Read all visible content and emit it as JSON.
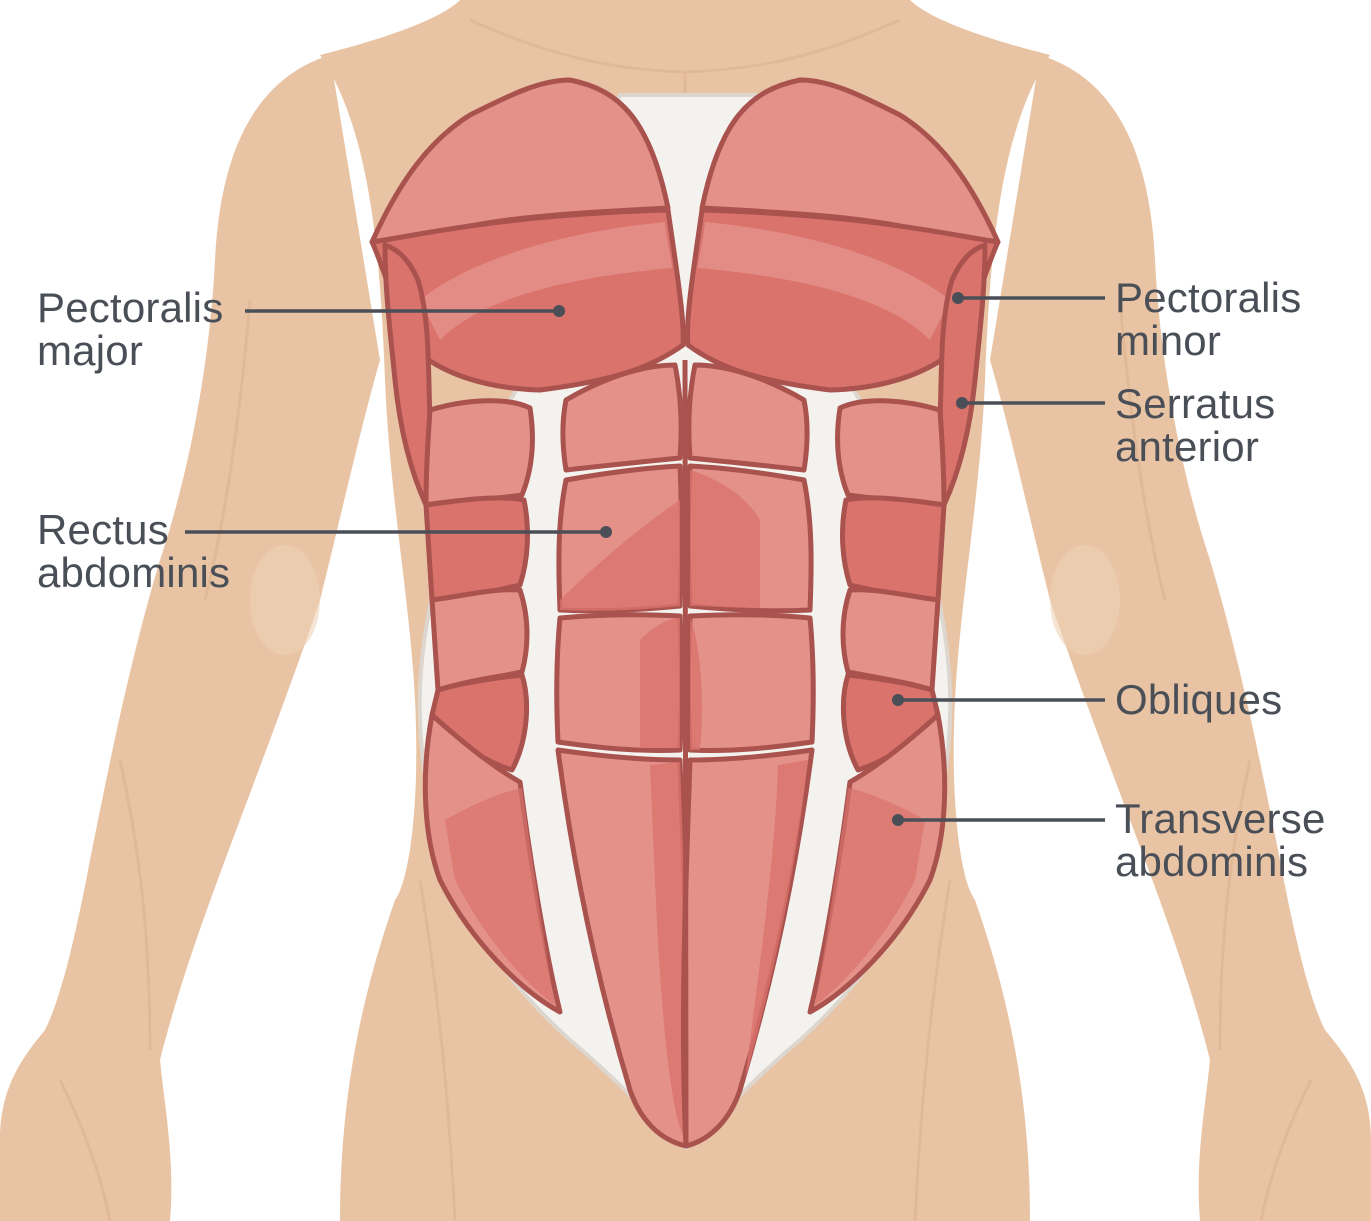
{
  "colors": {
    "skin": "#e9c4a4",
    "skin_shadow": "#dfb390",
    "skin_line": "#e2b996",
    "muscle_dark": "#d9736c",
    "muscle_light": "#e4918a",
    "muscle_outline": "#a9524e",
    "fascia": "#f4f2ee",
    "leader": "#4a4f57"
  },
  "labels": {
    "pectoralis_major": {
      "line1": "Pectoralis",
      "line2": "major"
    },
    "rectus_abdominis": {
      "line1": "Rectus",
      "line2": "abdominis"
    },
    "pectoralis_minor": {
      "line1": "Pectoralis",
      "line2": "minor"
    },
    "serratus_anterior": {
      "line1": "Serratus",
      "line2": "anterior"
    },
    "obliques": {
      "line1": "Obliques"
    },
    "transverse_abdominis": {
      "line1": "Transverse",
      "line2": "abdominis"
    }
  }
}
